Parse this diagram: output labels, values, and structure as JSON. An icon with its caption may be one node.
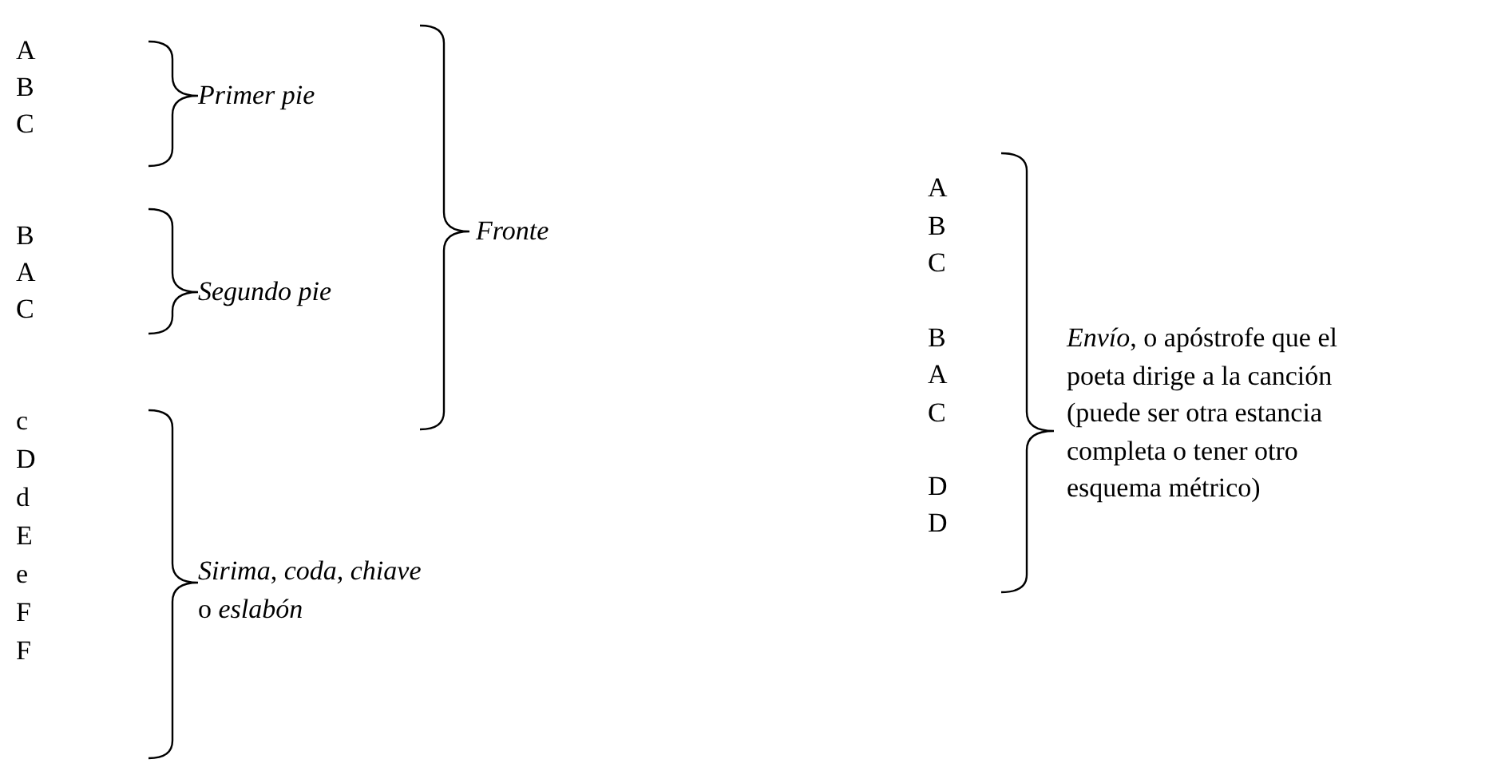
{
  "diagram": {
    "labels": [
      "A",
      "B",
      "C",
      "Primer pie",
      "Fronte",
      "B",
      "A",
      "C",
      "Segundo pie",
      "c",
      "D",
      "d",
      "E",
      "e",
      "F",
      "F",
      "*Sirima*, *coda,* *chiave* o *eslabón*",
      "A",
      "B",
      "C",
      "B",
      "A",
      "C",
      "D",
      "D",
      "*Envío*, o apóstrofe que el poeta dirige a la canción (puede ser otra estancia completa o tener otro esquema métrico)"
    ]
  }
}
